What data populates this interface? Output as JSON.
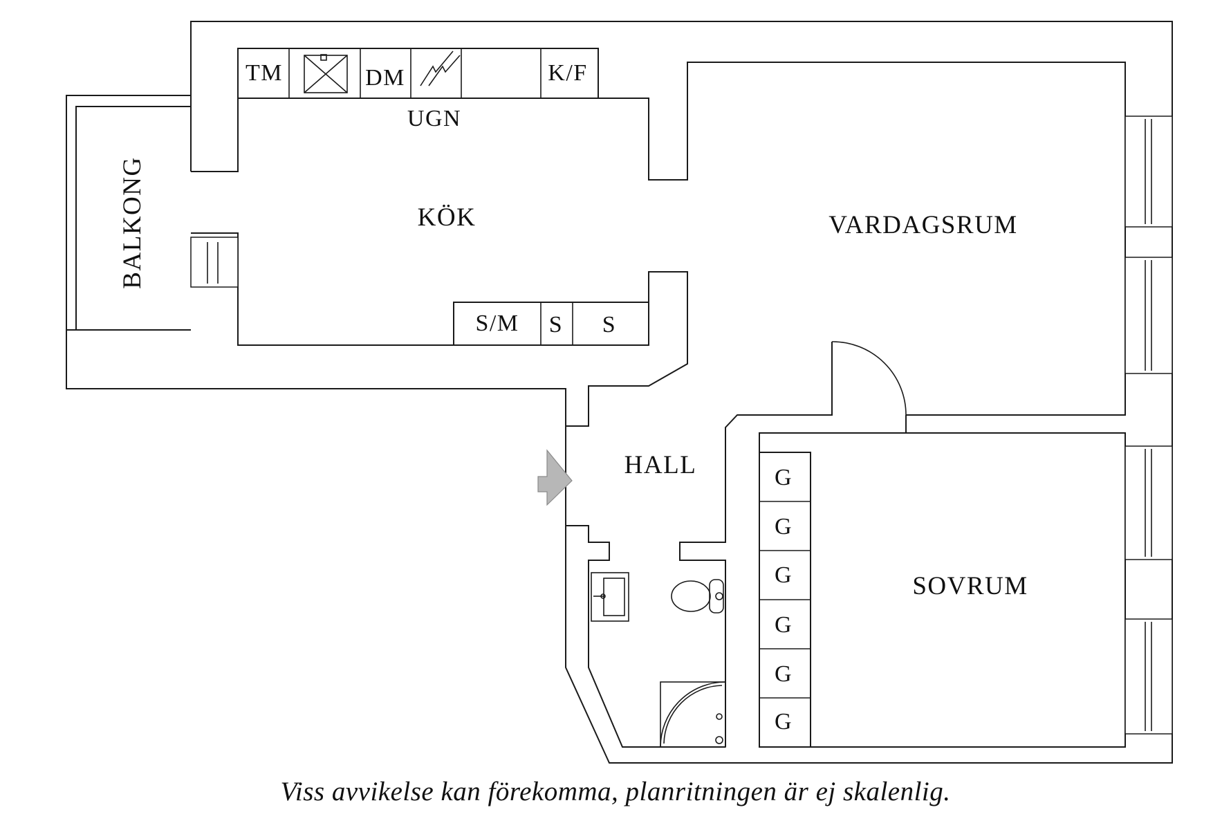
{
  "rooms": {
    "balkong": "BALKONG",
    "kok": "KÖK",
    "vardagsrum": "VARDAGSRUM",
    "hall": "HALL",
    "sovrum": "SOVRUM"
  },
  "fixtures": {
    "tm": "TM",
    "dm": "DM",
    "ugn": "UGN",
    "kf": "K/F",
    "sm": "S/M",
    "s1": "S",
    "s2": "S"
  },
  "wardrobes": [
    "G",
    "G",
    "G",
    "G",
    "G",
    "G"
  ],
  "icons": {
    "entrance": "entrance-arrow-icon",
    "sink": "sink-icon",
    "stove": "stove-icon",
    "toilet": "toilet-icon",
    "washbasin": "washbasin-icon",
    "shower": "shower-icon"
  },
  "colors": {
    "line": "#1a1a1a",
    "entrance_arrow": "#b7b7b7"
  },
  "footnote": "Viss avvikelse kan förekomma, planritningen är ej skalenlig."
}
